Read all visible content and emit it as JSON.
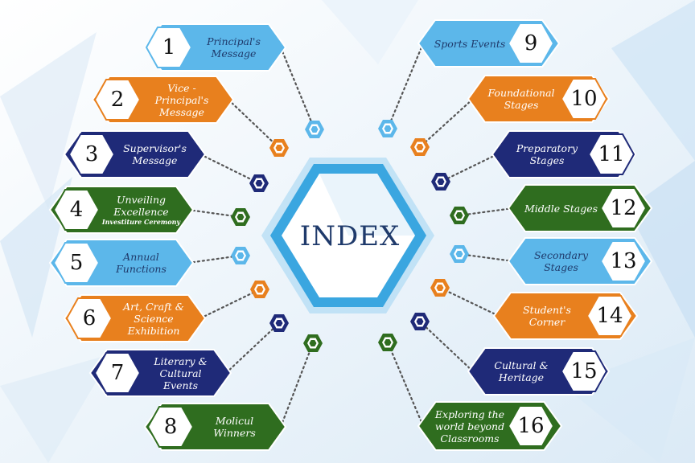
{
  "center": {
    "title": "INDEX"
  },
  "colors": {
    "light_blue": "#5cb7ea",
    "orange": "#e8801e",
    "navy": "#1f2a78",
    "green": "#2f6d1f",
    "center_hex": "#3aa6e0"
  },
  "items": [
    {
      "number": "1",
      "label": "Principal's Message",
      "color": "light_blue"
    },
    {
      "number": "2",
      "label": "Vice -Principal's Message",
      "color": "orange"
    },
    {
      "number": "3",
      "label": "Supervisor's Message",
      "color": "navy"
    },
    {
      "number": "4",
      "label": "Unveiling Excellence",
      "sublabel": "Investiture Ceremony",
      "color": "green"
    },
    {
      "number": "5",
      "label": "Annual Functions",
      "color": "light_blue"
    },
    {
      "number": "6",
      "label": "Art, Craft & Science Exhibition",
      "color": "orange"
    },
    {
      "number": "7",
      "label": "Literary & Cultural Events",
      "color": "navy"
    },
    {
      "number": "8",
      "label": "Molicul Winners",
      "color": "green"
    },
    {
      "number": "9",
      "label": "Sports Events",
      "color": "light_blue"
    },
    {
      "number": "10",
      "label": "Foundational Stages",
      "color": "orange"
    },
    {
      "number": "11",
      "label": "Preparatory Stages",
      "color": "navy"
    },
    {
      "number": "12",
      "label": "Middle Stages",
      "color": "green"
    },
    {
      "number": "13",
      "label": "Secondary Stages",
      "color": "light_blue"
    },
    {
      "number": "14",
      "label": "Student's Corner",
      "color": "orange"
    },
    {
      "number": "15",
      "label": "Cultural & Heritage",
      "color": "navy"
    },
    {
      "number": "16",
      "label": "Exploring the world beyond Classrooms",
      "color": "green"
    }
  ]
}
